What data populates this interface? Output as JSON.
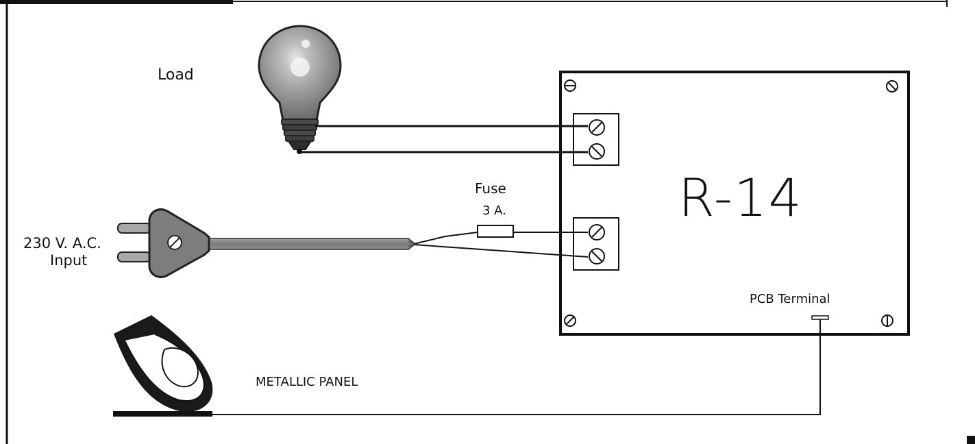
{
  "labels": {
    "load": "Load",
    "fuse": "Fuse",
    "fuse_rating": "3 A.",
    "input_line1": "230 V. A.C.",
    "input_line2": "Input",
    "board": "R-14",
    "pcb_terminal": "PCB Terminal",
    "metallic_panel": "METALLIC PANEL"
  },
  "colors": {
    "line": "#111111",
    "plug_body": "#7d7d7d",
    "cable": "#8a8a8a",
    "bulb_glass": "#8c8c8c",
    "bulb_base": "#4a4a4a",
    "background": "#ffffff"
  },
  "icons": [
    "light-bulb-icon",
    "plug-icon",
    "finger-icon",
    "screw-icon",
    "fuse-icon"
  ]
}
